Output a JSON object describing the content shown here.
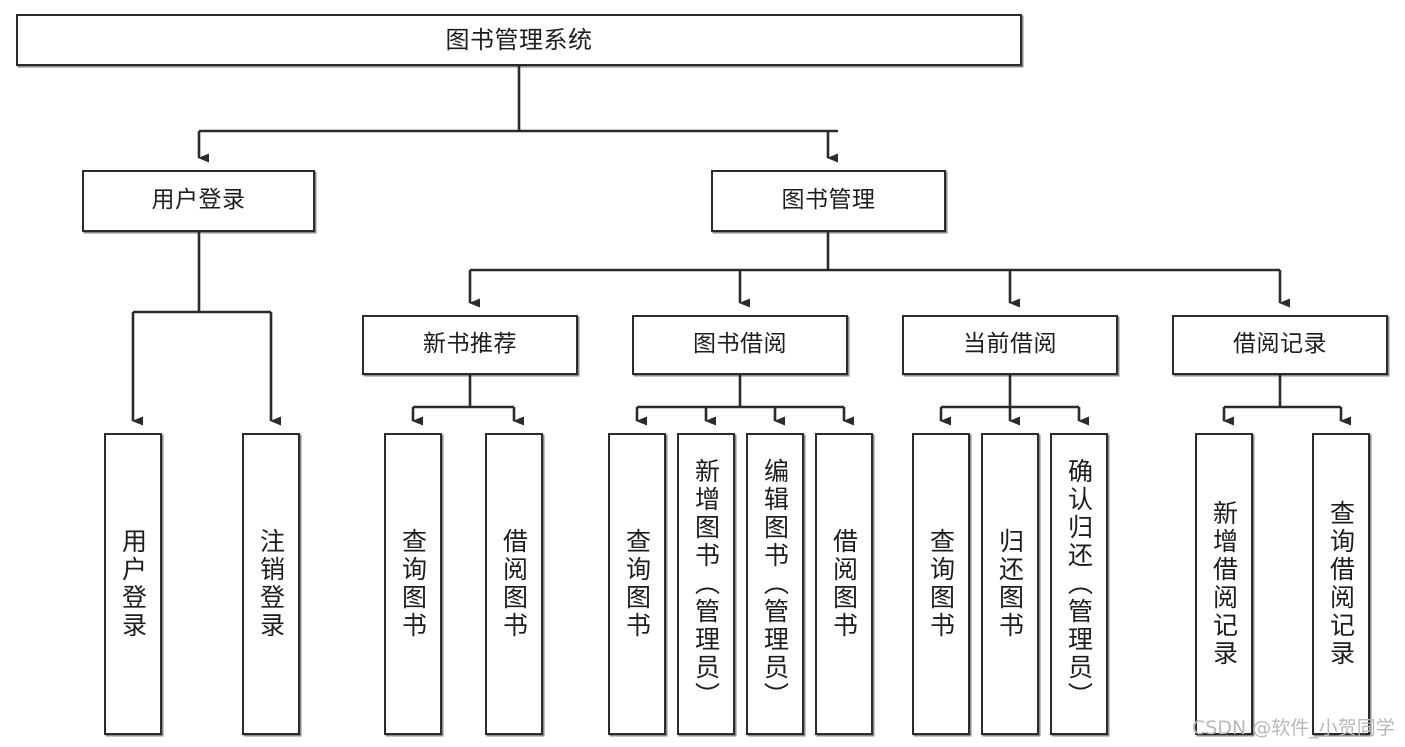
{
  "diagram": {
    "title": "图书管理系统",
    "type": "tree",
    "orientation": "top-down",
    "watermark": "CSDN @软件_小贺同学",
    "colors": {
      "box_border": "#2b2b2b",
      "box_fill": "#ffffff",
      "edge": "#2b2b2b",
      "text": "#1d1d1d",
      "watermark": "#b9b9b9"
    }
  },
  "nodes": {
    "root": {
      "label": "图书管理系统",
      "level": 1
    },
    "level2": [
      {
        "id": "user-login",
        "label": "用户登录"
      },
      {
        "id": "book-manage",
        "label": "图书管理"
      }
    ],
    "level3": [
      {
        "id": "new-book-recommend",
        "label": "新书推荐",
        "parent": "book-manage"
      },
      {
        "id": "book-borrow",
        "label": "图书借阅",
        "parent": "book-manage"
      },
      {
        "id": "current-borrow",
        "label": "当前借阅",
        "parent": "book-manage"
      },
      {
        "id": "borrow-record",
        "label": "借阅记录",
        "parent": "book-manage"
      }
    ],
    "leaves": [
      {
        "id": "leaf-user-login",
        "label": "用户登录",
        "parent": "user-login"
      },
      {
        "id": "leaf-logout-login",
        "label": "注销登录",
        "parent": "user-login"
      },
      {
        "id": "leaf-query-book-1",
        "label": "查询图书",
        "parent": "new-book-recommend"
      },
      {
        "id": "leaf-borrow-book-1",
        "label": "借阅图书",
        "parent": "new-book-recommend"
      },
      {
        "id": "leaf-query-book-2",
        "label": "查询图书",
        "parent": "book-borrow"
      },
      {
        "id": "leaf-add-book",
        "label": "新增图书（管理员）",
        "parent": "book-borrow"
      },
      {
        "id": "leaf-edit-book",
        "label": "编辑图书（管理员）",
        "parent": "book-borrow"
      },
      {
        "id": "leaf-borrow-book-2",
        "label": "借阅图书",
        "parent": "book-borrow"
      },
      {
        "id": "leaf-query-book-3",
        "label": "查询图书",
        "parent": "current-borrow"
      },
      {
        "id": "leaf-return-book",
        "label": "归还图书",
        "parent": "current-borrow"
      },
      {
        "id": "leaf-confirm-return",
        "label": "确认归还（管理员）",
        "parent": "current-borrow"
      },
      {
        "id": "leaf-add-record",
        "label": "新增借阅记录",
        "parent": "borrow-record"
      },
      {
        "id": "leaf-query-record",
        "label": "查询借阅记录",
        "parent": "borrow-record"
      }
    ]
  }
}
